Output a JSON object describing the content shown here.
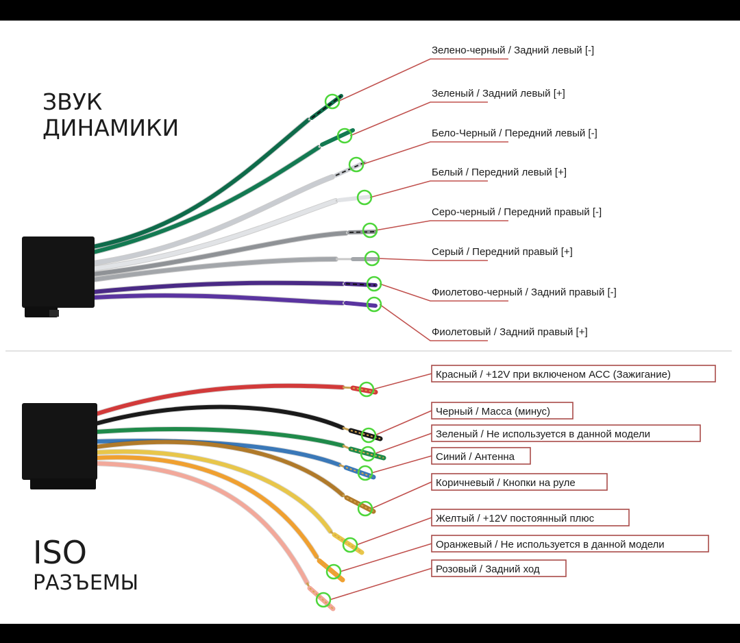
{
  "speaker_section": {
    "title_line1": "ЗВУК",
    "title_line2": "ДИНАМИКИ",
    "wires": [
      {
        "label": "Зелено-черный / Задний левый [-]",
        "color": "#0e6b4a",
        "stripe": "#111111"
      },
      {
        "label": "Зеленый / Задний левый [+]",
        "color": "#137a52",
        "stripe": ""
      },
      {
        "label": "Бело-Черный / Передний левый [-]",
        "color": "#c9ccd1",
        "stripe": "#222222"
      },
      {
        "label": "Белый / Передний левый [+]",
        "color": "#e1e3e6",
        "stripe": ""
      },
      {
        "label": "Серо-черный / Передний правый [-]",
        "color": "#8f9296",
        "stripe": "#222222"
      },
      {
        "label": "Серый / Передний правый [+]",
        "color": "#a3a6aa",
        "stripe": ""
      },
      {
        "label": "Фиолетово-черный / Задний правый [-]",
        "color": "#4a2a86",
        "stripe": "#111111"
      },
      {
        "label": "Фиолетовый / Задний правый [+]",
        "color": "#5a34a0",
        "stripe": ""
      }
    ]
  },
  "iso_section": {
    "title_line1": "ISO",
    "title_line2": "РАЗЪЕМЫ",
    "wires": [
      {
        "label": "Красный / +12V при включеном АСС (Зажигание)",
        "color": "#d23a3a"
      },
      {
        "label": "Черный / Масса (минус)",
        "color": "#1a1a1a"
      },
      {
        "label": "Зеленый / Не используется в данной модели",
        "color": "#1f8a4a"
      },
      {
        "label": "Синий / Антенна",
        "color": "#3a78b8"
      },
      {
        "label": "Коричневый / Кнопки на руле",
        "color": "#b07a2a"
      },
      {
        "label": "Желтый / +12V постоянный плюс",
        "color": "#e8c64a"
      },
      {
        "label": "Оранжевый / Не используется в данной модели",
        "color": "#f0a030"
      },
      {
        "label": "Розовый / Задний ход",
        "color": "#f2a89a"
      }
    ]
  },
  "colors": {
    "leader_line": "#c0504d",
    "marker_circle": "#4dd63a",
    "connector": "#141414",
    "panel_background": "#ffffff",
    "divider": "#d8d8d8"
  }
}
